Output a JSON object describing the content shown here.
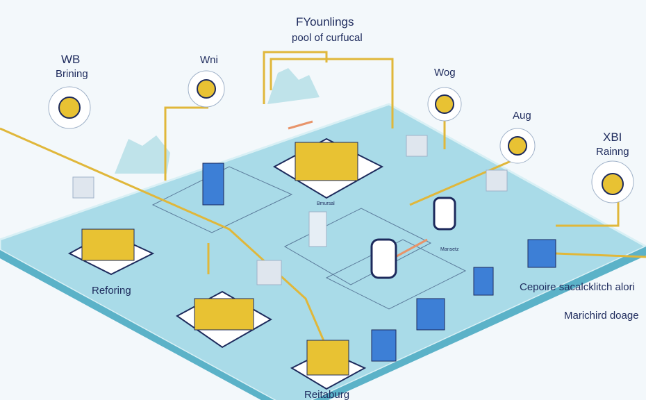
{
  "title": "FYounlings",
  "subtitle": "pool of curfucal",
  "nodes": [
    {
      "title": "WB",
      "subtitle": "Brining"
    },
    {
      "title": "Wni"
    },
    {
      "title": "Wog"
    },
    {
      "title": "Aug"
    },
    {
      "title": "XBI",
      "subtitle": "Rainng"
    }
  ],
  "labels": {
    "left_stack": "Reforing",
    "bottom_stack": "Reitaburg",
    "right_note": "Cepoire sacalcklitch alori",
    "right_note2": "Marichird doage",
    "center_tag": "Bmursal",
    "tower_tag": "Mansetz"
  },
  "colors": {
    "platform": "#a9dbe8",
    "accent": "#e8c233",
    "ink": "#1d2a5c",
    "line": "#e0b73a"
  }
}
